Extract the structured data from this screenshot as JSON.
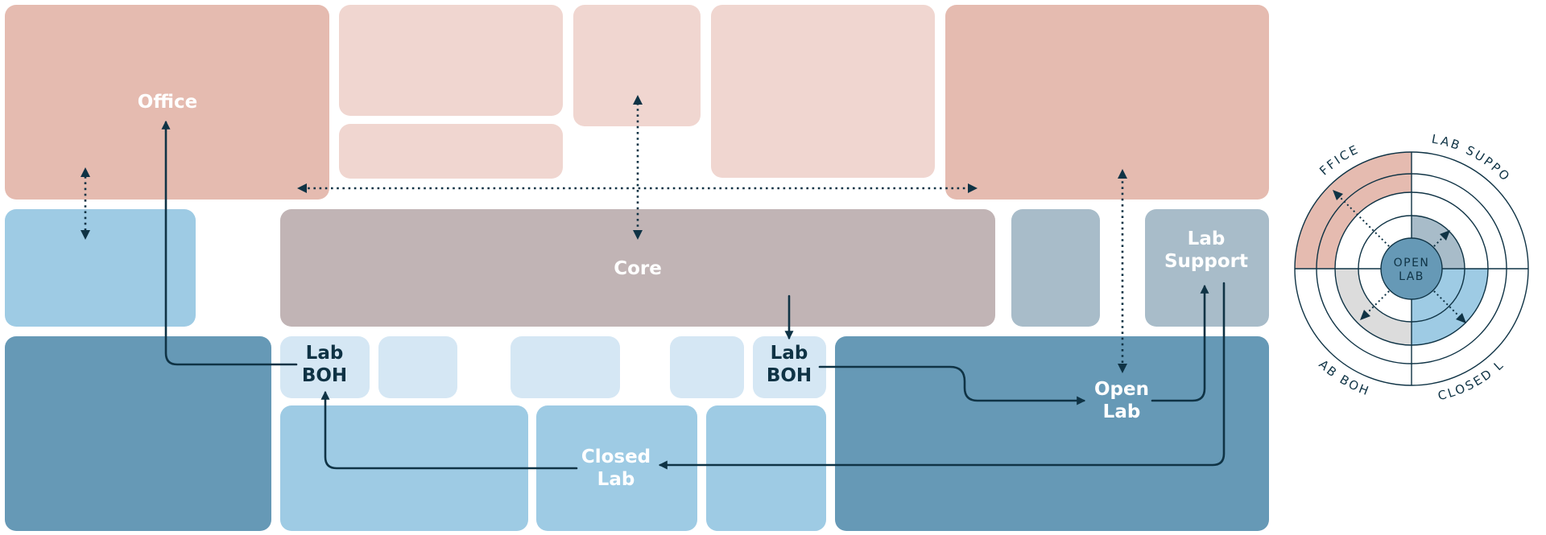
{
  "diagram": {
    "labels": {
      "office": "Office",
      "core": "Core",
      "lab_support_line1": "Lab",
      "lab_support_line2": "Support",
      "lab_boh_line1": "Lab",
      "lab_boh_line2": "BOH",
      "open_lab_line1": "Open",
      "open_lab_line2": "Lab",
      "closed_lab_line1": "Closed",
      "closed_lab_line2": "Lab"
    },
    "legend": {
      "center_line1": "OPEN",
      "center_line2": "LAB",
      "quadrants": [
        "OFFICE",
        "LAB SUPPORT",
        "CLOSED LAB",
        "LAB BOH"
      ]
    },
    "colors": {
      "office": "#e5bbb0",
      "office_light": "#f0d6d0",
      "core": "#c1b4b5",
      "lab_support": "#a8bcc9",
      "closed_lab": "#9ecbe4",
      "open_lab": "#6699b6",
      "lab_boh": "#d5e7f4",
      "legend_grey": "#dcdcdc",
      "arrow": "#0f3345"
    }
  }
}
